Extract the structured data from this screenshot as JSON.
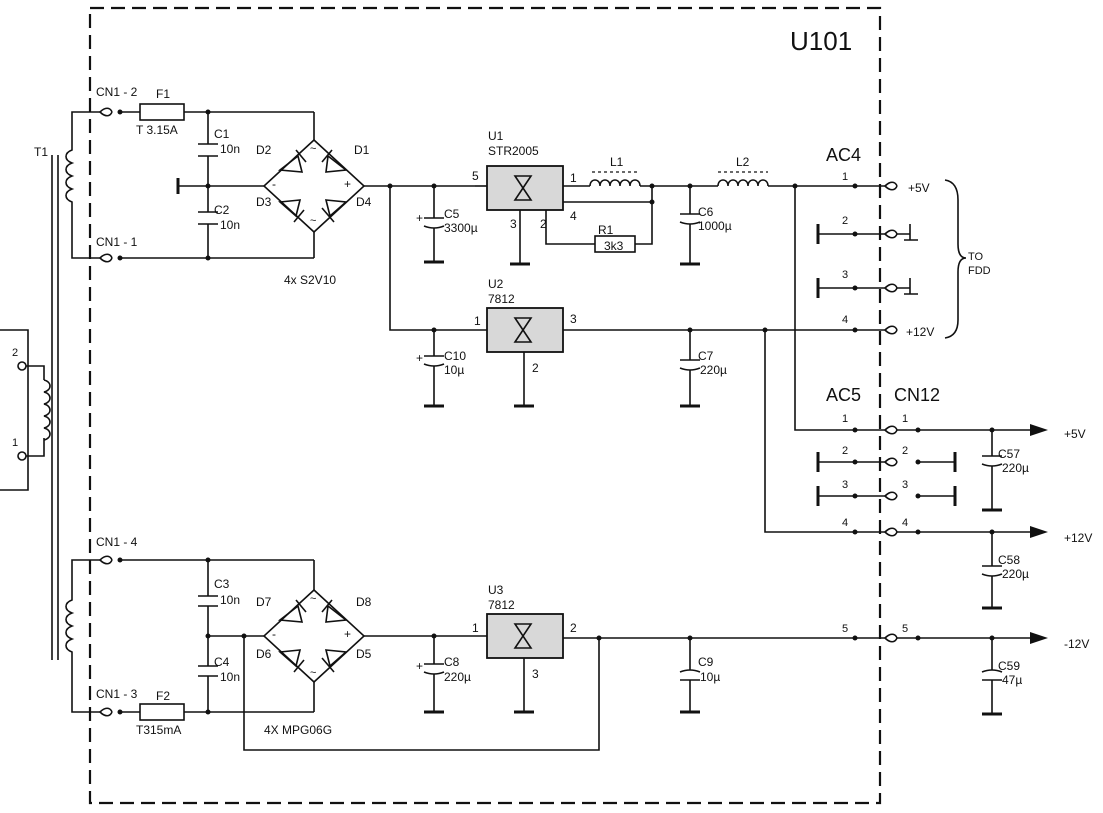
{
  "module": {
    "title": "U101"
  },
  "connectors": {
    "cn1_2": "CN1 - 2",
    "cn1_1": "CN1 - 1",
    "cn1_4": "CN1 - 4",
    "cn1_3": "CN1 - 3",
    "ac4": "AC4",
    "ac5": "AC5",
    "cn12": "CN12"
  },
  "transformer": {
    "name": "T1"
  },
  "left_plug": {
    "pin_a": "2",
    "pin_b": "1"
  },
  "fuses": {
    "f1": {
      "ref": "F1",
      "value": "T  3.15A"
    },
    "f2": {
      "ref": "F2",
      "value": "T315mA"
    }
  },
  "capacitors": {
    "c1": {
      "ref": "C1",
      "value": "10n"
    },
    "c2": {
      "ref": "C2",
      "value": "10n"
    },
    "c3": {
      "ref": "C3",
      "value": "10n"
    },
    "c4": {
      "ref": "C4",
      "value": "10n"
    },
    "c5": {
      "ref": "C5",
      "value": "3300µ"
    },
    "c6": {
      "ref": "C6",
      "value": "1000µ"
    },
    "c7": {
      "ref": "C7",
      "value": "220µ"
    },
    "c8": {
      "ref": "C8",
      "value": "220µ"
    },
    "c9": {
      "ref": "C9",
      "value": "10µ"
    },
    "c10": {
      "ref": "C10",
      "value": "10µ"
    },
    "c57": {
      "ref": "C57",
      "value": "220µ"
    },
    "c58": {
      "ref": "C58",
      "value": "220µ"
    },
    "c59": {
      "ref": "C59",
      "value": "47µ"
    }
  },
  "diodes": {
    "d1": "D1",
    "d2": "D2",
    "d3": "D3",
    "d4": "D4",
    "d5": "D5",
    "d6": "D6",
    "d7": "D7",
    "d8": "D8",
    "bridge1": "4x  S2V10",
    "bridge2": "4X  MPG06G"
  },
  "regulators": {
    "u1": {
      "ref": "U1",
      "type": "STR2005",
      "pins": [
        "5",
        "3",
        "2",
        "4",
        "1"
      ]
    },
    "u2": {
      "ref": "U2",
      "type": "7812",
      "pins": [
        "1",
        "3",
        "2"
      ]
    },
    "u3": {
      "ref": "U3",
      "type": "7812",
      "pins": [
        "1",
        "2",
        "3"
      ]
    }
  },
  "inductors": {
    "l1": "L1",
    "l2": "L2"
  },
  "resistors": {
    "r1": {
      "ref": "R1",
      "value": "3k3"
    }
  },
  "pin_numbers": {
    "ac4": [
      "1",
      "2",
      "3",
      "4"
    ],
    "ac5": [
      "1",
      "2",
      "3",
      "4",
      "5"
    ],
    "cn12": [
      "1",
      "2",
      "3",
      "4",
      "5"
    ]
  },
  "outputs": {
    "fdd_5v": "+5V",
    "fdd_12v": "+12V",
    "fdd_label": "TO\nFDD",
    "out_5v": "+5V",
    "out_12v": "+12V",
    "out_m12v": "-12V"
  },
  "polarity_marks": {
    "plus": "+",
    "tilde": "~",
    "minus": "-",
    "cap_plus": "+"
  }
}
